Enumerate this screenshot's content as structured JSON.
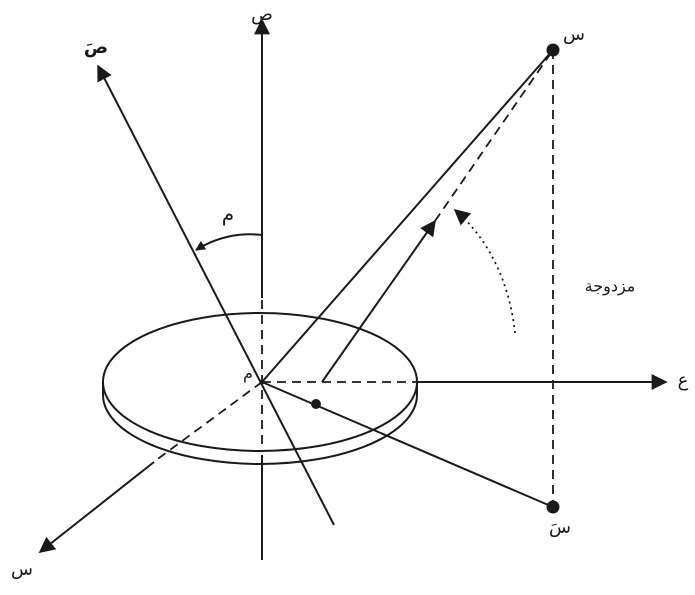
{
  "diagram": {
    "labels": {
      "axis_vertical": "ص",
      "axis_tilted": "صَ",
      "axis_right": "ع",
      "axis_bottom_left": "س",
      "point_top": "س",
      "point_bottom": "سَ",
      "origin": "م",
      "angle": "م",
      "couple": "مزدوجة"
    },
    "stroke_color": "#1a1a1a",
    "background": "#ffffff"
  }
}
